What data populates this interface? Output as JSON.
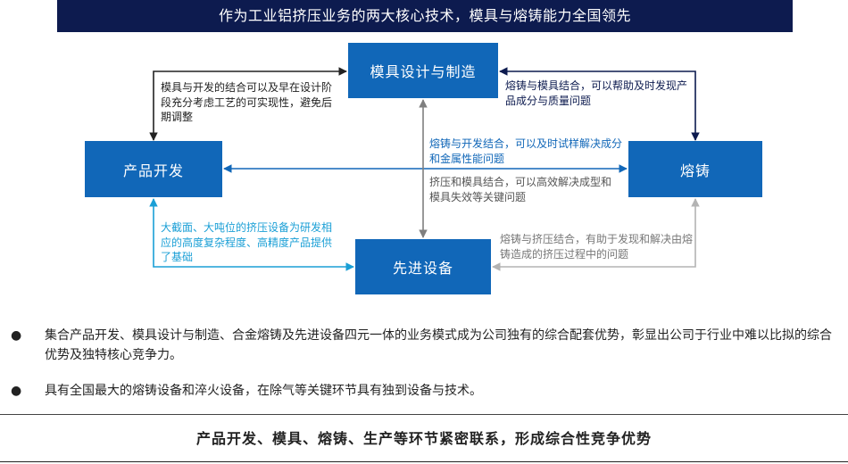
{
  "header": {
    "title": "作为工业铝挤压业务的两大核心技术，模具与熔铸能力全国领先"
  },
  "nodes": {
    "mold": "模具设计与制造",
    "product": "产品开发",
    "casting": "熔铸",
    "equipment": "先进设备"
  },
  "notes": {
    "product_mold": "模具与开发的结合可以及早在设计阶段充分考虑工艺的可实现性，避免后期调整",
    "casting_mold": "熔铸与模具结合，可以帮助及时发现产品成分与质量问题",
    "product_casting": "熔铸与开发结合，可以及时试样解决成分和金属性能问题",
    "mold_equipment": "挤压和模具结合，可以高效解决成型和模具失效等关键问题",
    "product_equipment": "大截面、大吨位的挤压设备为研发相应的高度复杂程度、高精度产品提供了基础",
    "casting_equipment": "熔铸与挤压结合，有助于发现和解决由熔铸造成的挤压过程中的问题"
  },
  "colors": {
    "banner": "#0d1b4f",
    "box": "#1167b8",
    "arrow_dark": "#222222",
    "arrow_navy": "#0d1b4f",
    "arrow_blue": "#1167b8",
    "arrow_gray": "#7f7f7f",
    "arrow_light_gray": "#b3b3b3",
    "arrow_cyan": "#1a9fd6"
  },
  "bullets": [
    "集合产品开发、模具设计与制造、合金熔铸及先进设备四元一体的业务模式成为公司独有的综合配套优势，彰显出公司于行业中难以比拟的综合优势及独特核心竞争力。",
    "具有全国最大的熔铸设备和淬火设备，在除气等关键环节具有独到设备与技术。"
  ],
  "footer": {
    "text": "产品开发、模具、熔铸、生产等环节紧密联系，形成综合性竞争优势"
  }
}
